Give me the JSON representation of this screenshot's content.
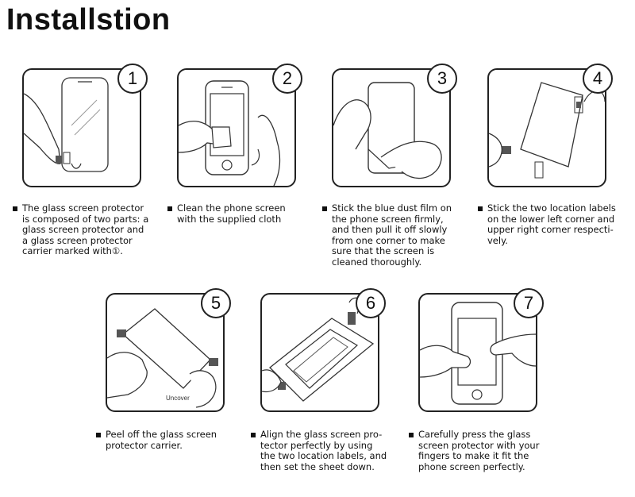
{
  "title": "Installstion",
  "steps": [
    {
      "number": "1",
      "caption": "The glass screen protector\nis composed of two parts: a\nglass screen protector and\na glass screen protector\ncarrier marked with①."
    },
    {
      "number": "2",
      "caption": "Clean the phone screen\nwith the supplied cloth"
    },
    {
      "number": "3",
      "caption": "Stick the blue dust film on\nthe phone screen firmly,\nand then pull it off slowly\nfrom one corner to make\nsure that the screen is\ncleaned thoroughly."
    },
    {
      "number": "4",
      "caption": "Stick the two location labels\non the lower left corner and\nupper right corner respecti-\nvely."
    },
    {
      "number": "5",
      "caption": "Peel off the glass screen\nprotector carrier.",
      "art_label": "Uncover"
    },
    {
      "number": "6",
      "caption": "Align the glass screen pro-\ntector perfectly by using\nthe two location labels, and\nthen set the sheet down."
    },
    {
      "number": "7",
      "caption": "Carefully press the glass\nscreen protector with your\nfingers to make it fit the\nphone screen perfectly."
    }
  ]
}
